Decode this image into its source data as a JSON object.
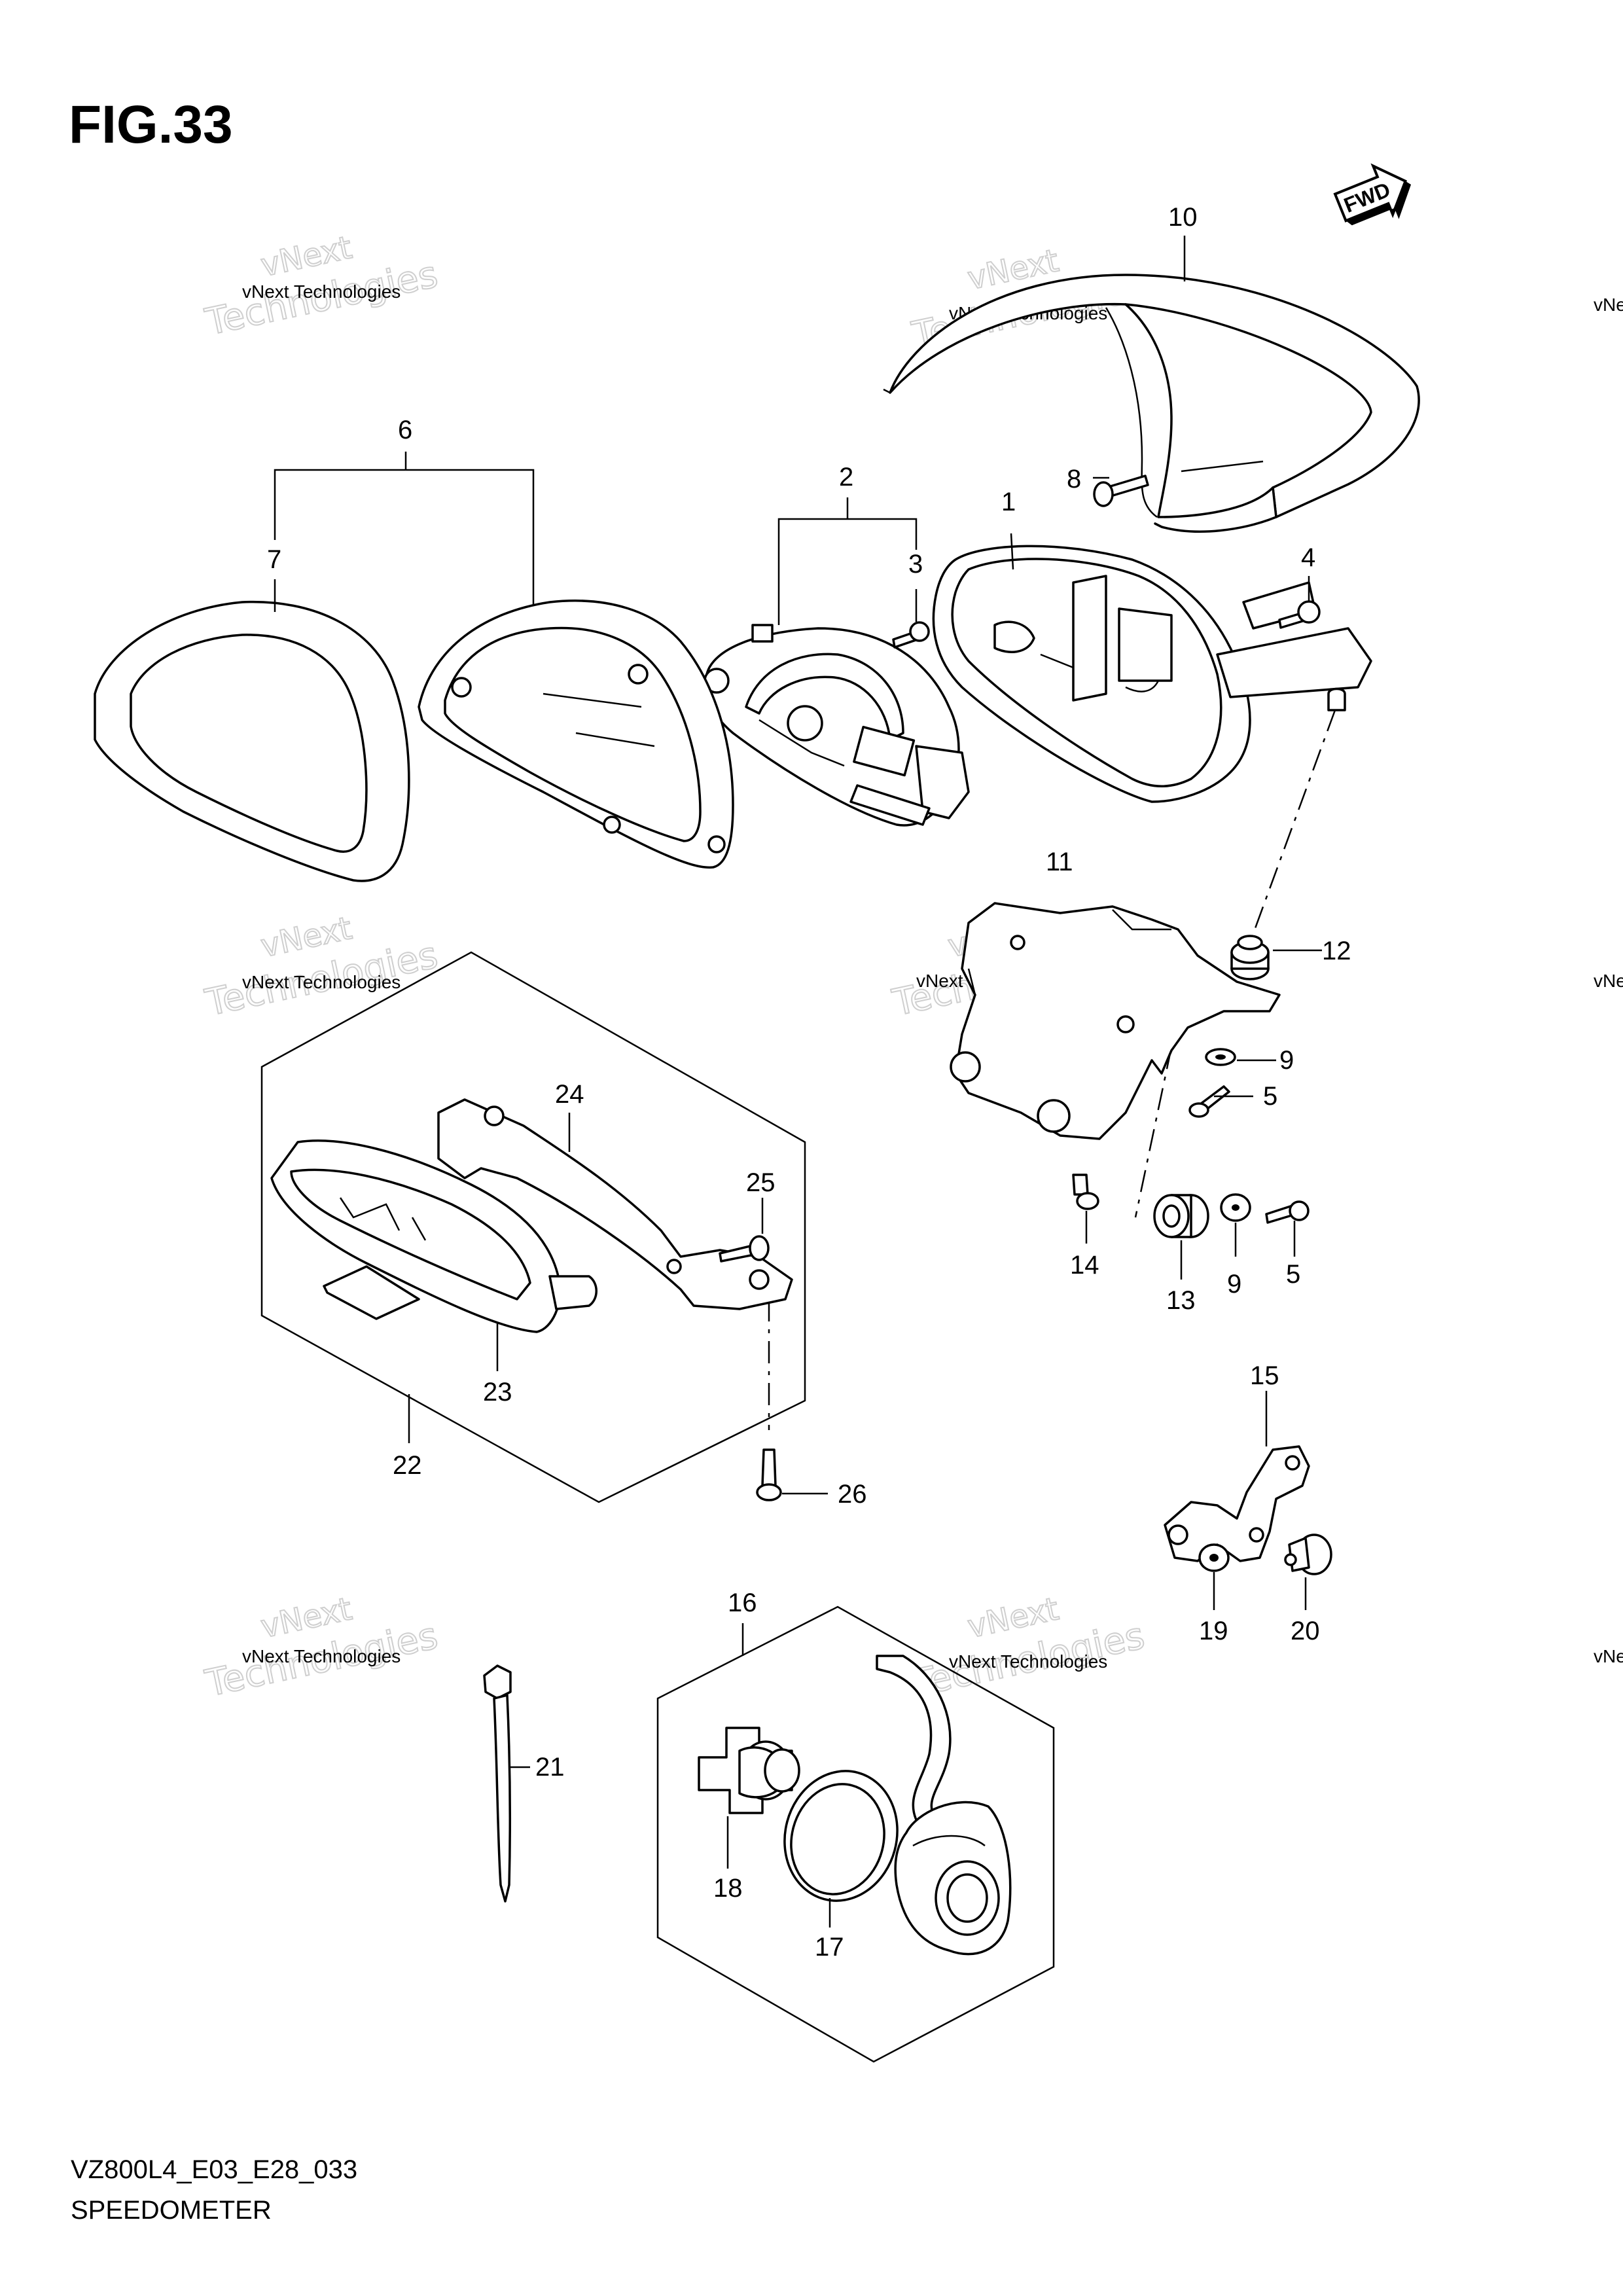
{
  "figure": {
    "title": "FIG.33",
    "code": "VZ800L4_E03_E28_033",
    "caption": "SPEEDOMETER"
  },
  "direction_badge": {
    "label": "FWD"
  },
  "watermark": {
    "line1": "vNext Technologies",
    "line2": "vNext",
    "line3": "Technologies"
  },
  "callouts": {
    "c1": "1",
    "c2": "2",
    "c3": "3",
    "c4": "4",
    "c5a": "5",
    "c5b": "5",
    "c6": "6",
    "c7": "7",
    "c8": "8",
    "c9a": "9",
    "c9b": "9",
    "c10": "10",
    "c11": "11",
    "c12": "12",
    "c13": "13",
    "c14": "14",
    "c15": "15",
    "c16": "16",
    "c17": "17",
    "c18": "18",
    "c19": "19",
    "c20": "20",
    "c21": "21",
    "c22": "22",
    "c23": "23",
    "c24": "24",
    "c25": "25",
    "c26": "26"
  }
}
